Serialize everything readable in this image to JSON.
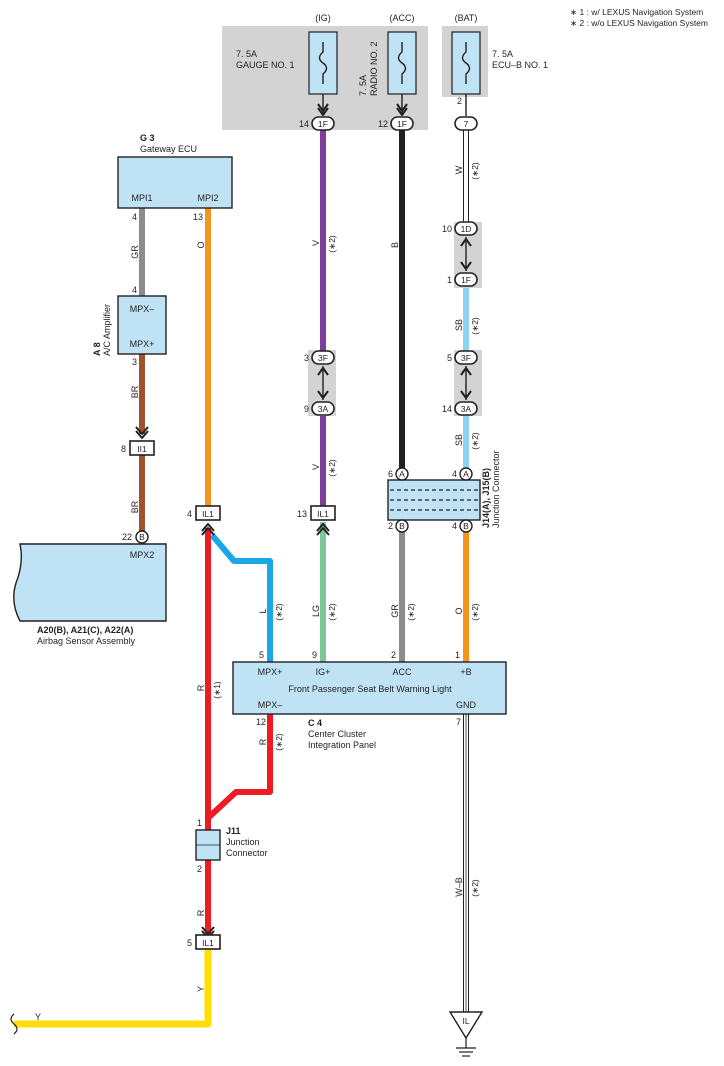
{
  "notes": [
    "∗ 1 : w/ LEXUS Navigation System",
    "∗ 2 : w/o LEXUS Navigation System"
  ],
  "power": {
    "ig": {
      "source": "(IG)",
      "rating": "7. 5A",
      "name": "GAUGE NO. 1",
      "conn_pin": "14",
      "conn": "1F"
    },
    "acc": {
      "source": "(ACC)",
      "rating": "7. 5A",
      "name": "RADIO NO. 2",
      "conn_pin": "12",
      "conn": "1F"
    },
    "bat": {
      "source": "(BAT)",
      "rating": "7. 5A",
      "name": "ECU–B NO. 1",
      "fuse_pin": "2",
      "conn": "7"
    }
  },
  "gateway": {
    "code": "G 3",
    "name": "Gateway ECU",
    "pin_mpi1": "MPI1",
    "pin_mpi2": "MPI2",
    "num_mpi1": "4",
    "num_mpi2": "13"
  },
  "ac_amp": {
    "code": "A 8",
    "name": "A/C Amplifier",
    "pin_mpx_minus": "MPX–",
    "pin_mpx_plus": "MPX+",
    "num_top": "4",
    "num_bottom": "3"
  },
  "airbag": {
    "code": "A20(B), A21(C), A22(A)",
    "name": "Airbag Sensor Assembly",
    "pin": "MPX2",
    "num": "22",
    "conn": "B"
  },
  "cluster": {
    "code": "C 4",
    "name_line1": "Center Cluster",
    "name_line2": "Integration Panel",
    "title": "Front Passenger Seat Belt Warning Light",
    "pin_mpx_plus": "MPX+",
    "pin_ig_plus": "IG+",
    "pin_acc": "ACC",
    "pin_b_plus": "+B",
    "pin_mpx_minus": "MPX–",
    "pin_gnd": "GND",
    "num_mpx_plus": "5",
    "num_ig_plus": "9",
    "num_acc": "2",
    "num_b_plus": "1",
    "num_mpx_minus": "12",
    "num_gnd": "7"
  },
  "junction_j14": {
    "code": "J14(A), J15(B)",
    "name": "Junction Connector",
    "top_left_num": "6",
    "top_right_num": "4",
    "bottom_left_num": "2",
    "bottom_right_num": "4",
    "top_conn": "A",
    "bottom_conn": "B"
  },
  "junction_j11": {
    "code": "J11",
    "name_line1": "Junction",
    "name_line2": "Connector",
    "num_top": "1",
    "num_bottom": "2"
  },
  "inline": {
    "ii1": {
      "num": "8",
      "name": "II1"
    },
    "il1_left": {
      "num": "4",
      "name": "IL1"
    },
    "il1_mid": {
      "num": "13",
      "name": "IL1"
    },
    "il1_bottom": {
      "num": "5",
      "name": "IL1"
    },
    "c3f_left": {
      "num": "3",
      "name": "3F"
    },
    "c3a_left": {
      "num": "9",
      "name": "3A"
    },
    "c1d": {
      "num": "10",
      "name": "1D"
    },
    "c1f": {
      "num": "1",
      "name": "1F"
    },
    "c3f_right": {
      "num": "5",
      "name": "3F"
    },
    "c3a_right": {
      "num": "14",
      "name": "3A"
    }
  },
  "wires": {
    "gr": "GR",
    "br_top": "BR",
    "br_bottom": "BR",
    "o_left": "O",
    "v_top": "V",
    "v_bottom": "V",
    "lg": "LG",
    "l": "L",
    "b": "B",
    "gr_right": "GR",
    "w": "W",
    "sb_top": "SB",
    "sb_bottom": "SB",
    "o_right": "O",
    "r_main": "R",
    "r_branch": "R",
    "r_bottom": "R",
    "y_vertical": "Y",
    "y_horizontal": "Y",
    "wb": "W–B"
  },
  "note_marks": {
    "n1": "(∗1)",
    "n2": "(∗2)"
  },
  "ground": {
    "label": "IL"
  },
  "colors": {
    "violet": "#7b3f99",
    "black": "#231f20",
    "white_wire": "#ffffff",
    "sky_blue": "#8fd3f2",
    "gray_wire": "#8c8c8c",
    "brown": "#a0522d",
    "orange": "#f7941d",
    "green": "#7cc898",
    "blue": "#1aa7e6",
    "red": "#ed1c24",
    "yellow": "#ffde00",
    "box_fill": "#bfe3f5",
    "panel_gray": "#d3d3d3"
  }
}
